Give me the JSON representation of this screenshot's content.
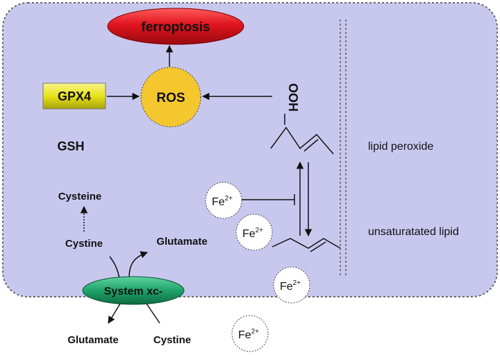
{
  "nodes": {
    "ferroptosis": "ferroptosis",
    "ros": "ROS",
    "gpx4": "GPX4",
    "gsh": "GSH",
    "cysteine": "Cysteine",
    "cystine_inside": "Cystine",
    "glutamate_inside": "Glutamate",
    "system_xc": "System xc-",
    "glutamate_outside": "Glutamate",
    "cystine_outside": "Cystine",
    "hydroperoxide_group": "OOH",
    "lipid_peroxide": "lipid peroxide",
    "unsaturated_lipid": "unsaturatated lipid"
  },
  "iron": {
    "symbol": "Fe",
    "charge": "2+"
  },
  "colors": {
    "cell_fill": "#c8c8ef",
    "ferroptosis_red": "#e0141e",
    "ros_yellow": "#f5c72e",
    "gpx4_yellow": "#e8e21a",
    "system_xc_green": "#1fa36a"
  }
}
